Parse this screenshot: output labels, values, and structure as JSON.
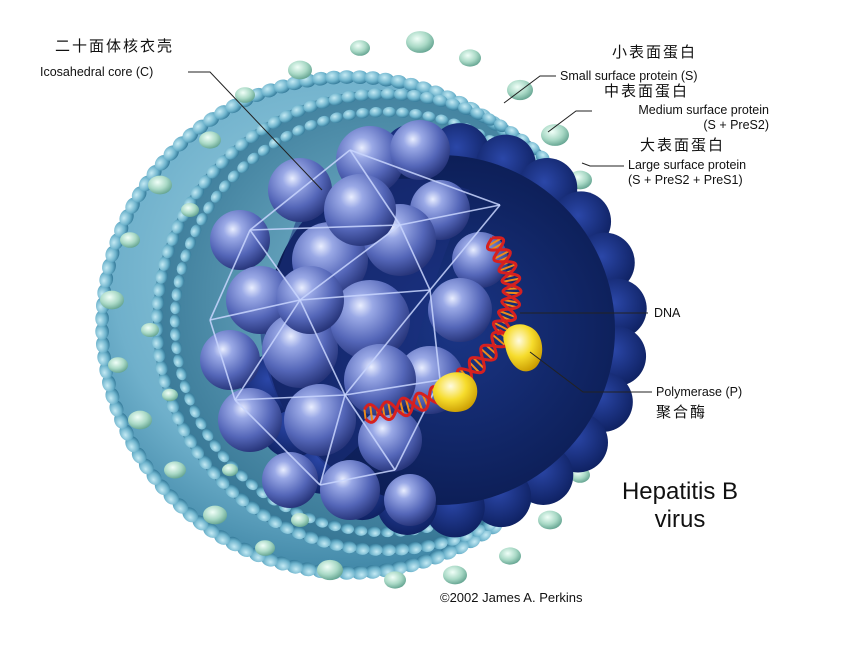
{
  "labels": {
    "core_zh": "二十面体核衣壳",
    "core_en": "Icosahedral core (C)",
    "small_zh": "小表面蛋白",
    "small_en": "Small surface protein (S)",
    "medium_zh": "中表面蛋白",
    "medium_en_1": "Medium surface protein",
    "medium_en_2": "(S + PreS2)",
    "large_zh": "大表面蛋白",
    "large_en_1": "Large surface protein",
    "large_en_2": "(S + PreS2 + PreS1)",
    "dna": "DNA",
    "polymerase_en": "Polymerase (P)",
    "polymerase_zh": "聚合酶"
  },
  "title": {
    "line1": "Hepatitis B",
    "line2": "virus"
  },
  "credit": "©2002 James A. Perkins",
  "colors": {
    "envelope": "#74b7cf",
    "envelope_dark": "#3f8aa8",
    "protein_knob": "#a9d9c6",
    "cavity": "#102567",
    "core_sphere": "#5a6fc0",
    "dna_red": "#d62020",
    "dna_orange": "#ee8a1a",
    "polymerase": "#f2d21a"
  }
}
